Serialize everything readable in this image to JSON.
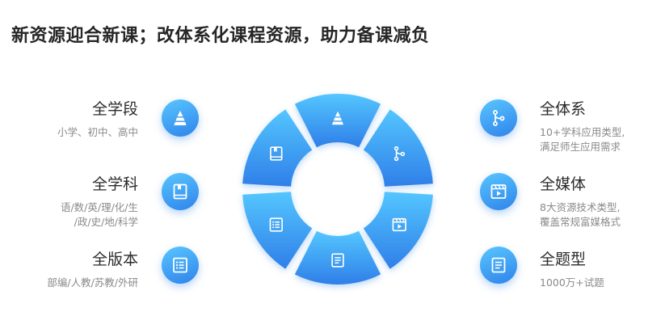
{
  "title": "新资源迎合新课；改体系化课程资源，助力备课减负",
  "colors": {
    "gradient_start": "#54c6ff",
    "gradient_end": "#2f7fe8",
    "ring_shadow": "#3a8ee6"
  },
  "features": {
    "left": [
      {
        "title": "全学段",
        "desc": [
          "小学、初中、高中"
        ],
        "icon": "pyramid-icon"
      },
      {
        "title": "全学科",
        "desc": [
          "语/数/英/理/化/生",
          "/政/史/地/科学"
        ],
        "icon": "book-icon"
      },
      {
        "title": "全版本",
        "desc": [
          "部编/人教/苏教/外研"
        ],
        "icon": "list-icon"
      }
    ],
    "right": [
      {
        "title": "全体系",
        "desc": [
          "10+学科应用类型,",
          "满足师生应用需求"
        ],
        "icon": "branch-icon"
      },
      {
        "title": "全媒体",
        "desc": [
          "8大资源技术类型,",
          "覆盖常规富媒格式"
        ],
        "icon": "video-icon"
      },
      {
        "title": "全题型",
        "desc": [
          "1000万+试题"
        ],
        "icon": "document-icon"
      }
    ]
  },
  "ring_segments": [
    {
      "icon": "pyramid-icon"
    },
    {
      "icon": "branch-icon"
    },
    {
      "icon": "video-icon"
    },
    {
      "icon": "document-icon"
    },
    {
      "icon": "list-icon"
    },
    {
      "icon": "book-icon"
    }
  ]
}
